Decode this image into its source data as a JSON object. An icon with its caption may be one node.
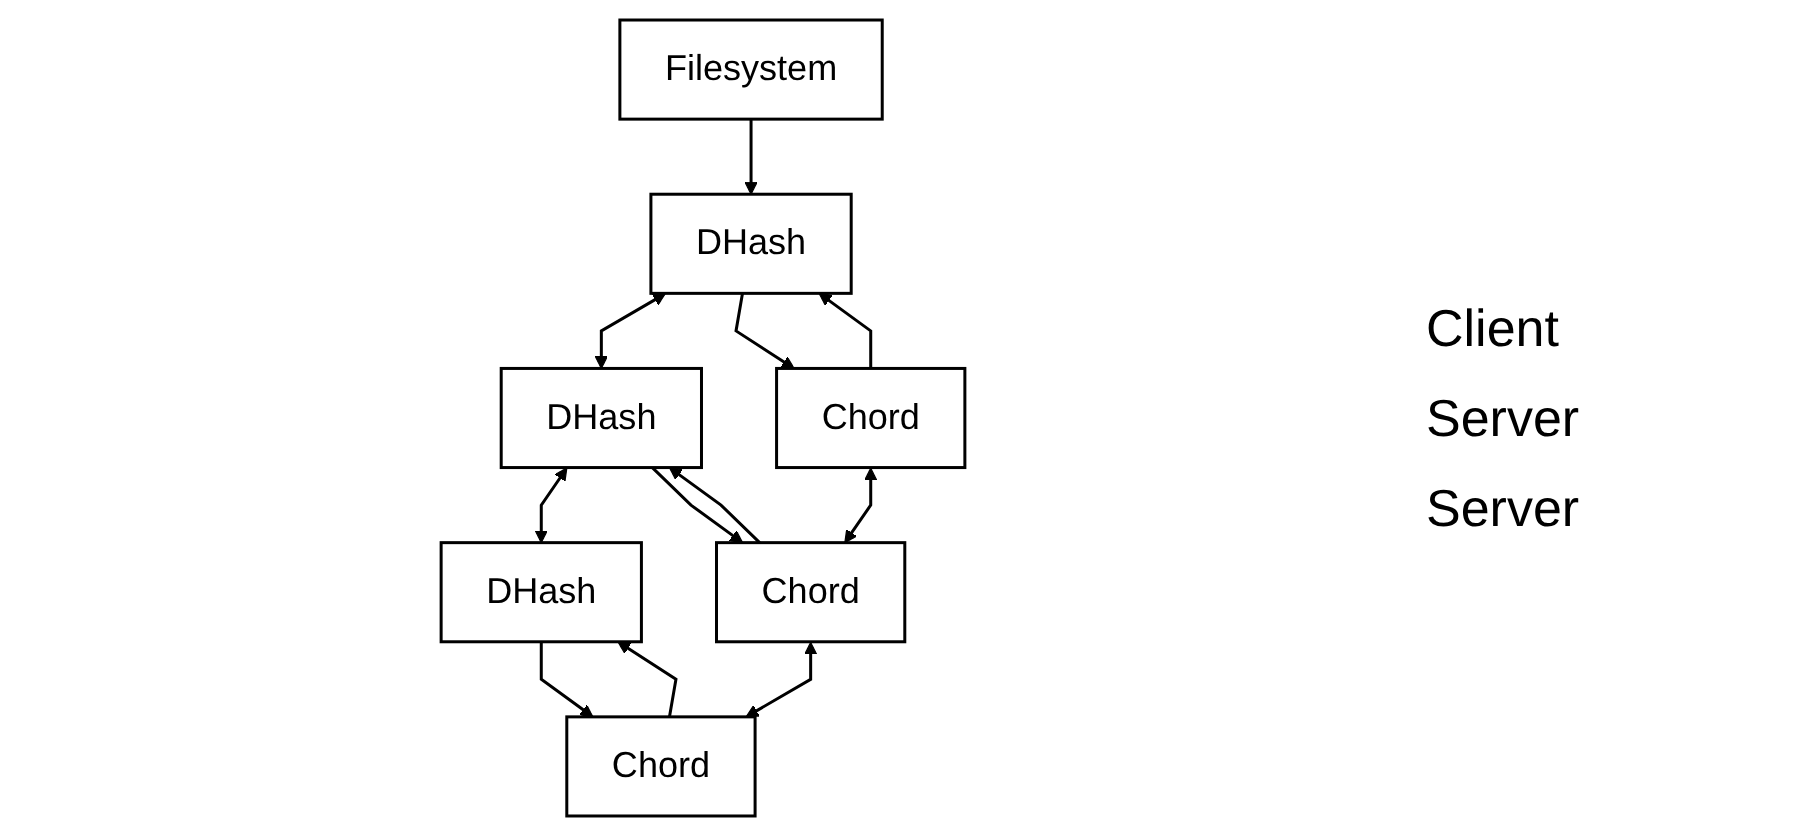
{
  "diagram": {
    "nodes": [
      {
        "text": [
          "Filesystem"
        ]
      },
      {
        "text": [
          "DHash"
        ]
      },
      {
        "text": [
          "DHash"
        ]
      },
      {
        "text": [
          "DHash"
        ]
      },
      {
        "text": [
          "Chord"
        ]
      },
      {
        "text": [
          "Chord"
        ]
      },
      {
        "text": [
          "Chord"
        ]
      }
    ],
    "edges": [
      {
        "from": 0,
        "to": 1,
        "arrow": "to"
      },
      {
        "from": 1,
        "to": 2,
        "arrow": "both"
      },
      {
        "from": 2,
        "to": 3,
        "arrow": "both"
      },
      {
        "from": 1,
        "to": 4,
        "arrow": "to"
      },
      {
        "from": 4,
        "to": 1,
        "arrow": "to"
      },
      {
        "from": 2,
        "to": 5,
        "arrow": "to"
      },
      {
        "from": 5,
        "to": 2,
        "arrow": "to"
      },
      {
        "from": 3,
        "to": 6,
        "arrow": "to"
      },
      {
        "from": 6,
        "to": 3,
        "arrow": "to"
      },
      {
        "from": 4,
        "to": 5,
        "arrow": "both"
      },
      {
        "from": 5,
        "to": 6,
        "arrow": "both"
      }
    ],
    "labels": [
      "Client",
      "Server",
      "Server"
    ]
  }
}
